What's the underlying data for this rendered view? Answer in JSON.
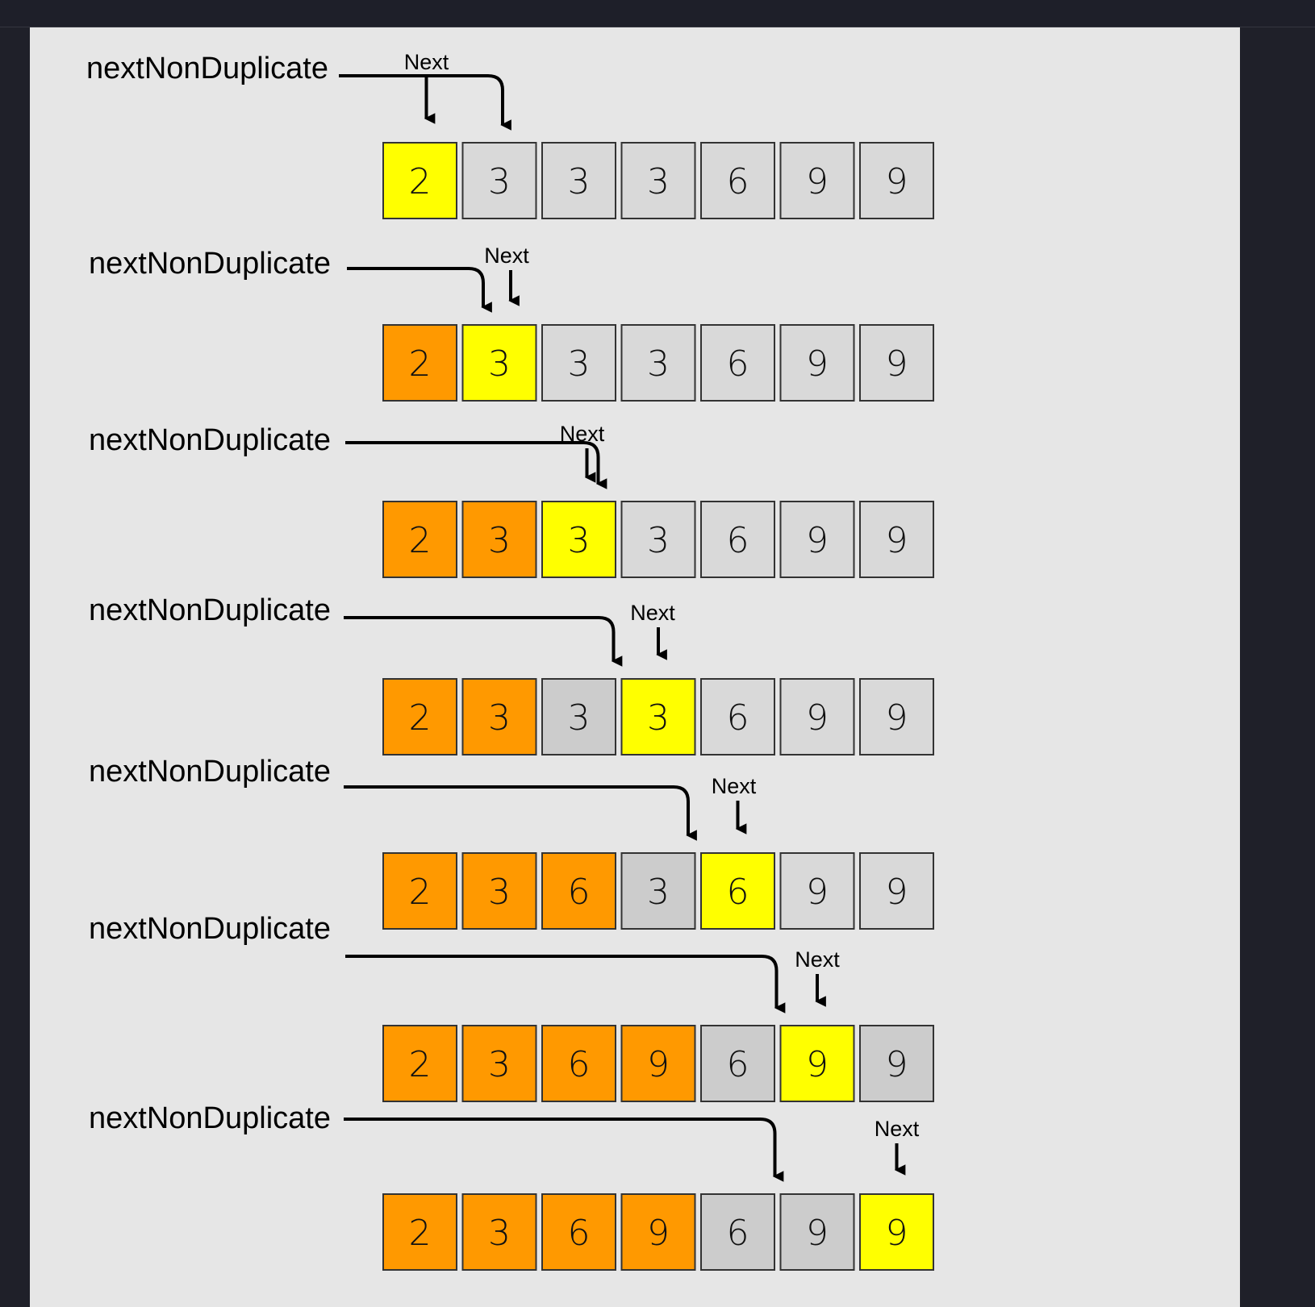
{
  "colors": {
    "default": "#d9d9d9",
    "current": "#ffff00",
    "done": "#ff9900",
    "skipped": "#cccccc",
    "border": "#333333"
  },
  "steps": [
    {
      "label": "nextNonDuplicate",
      "next_label": "Next",
      "next_index": 0,
      "nnd_index": 1,
      "cells": [
        {
          "value": "2",
          "state": "current"
        },
        {
          "value": "3",
          "state": "default"
        },
        {
          "value": "3",
          "state": "default"
        },
        {
          "value": "3",
          "state": "default"
        },
        {
          "value": "6",
          "state": "default"
        },
        {
          "value": "9",
          "state": "default"
        },
        {
          "value": "9",
          "state": "default"
        }
      ]
    },
    {
      "label": "nextNonDuplicate",
      "next_label": "Next",
      "next_index": 1,
      "nnd_index": 1,
      "cells": [
        {
          "value": "2",
          "state": "done"
        },
        {
          "value": "3",
          "state": "current"
        },
        {
          "value": "3",
          "state": "default"
        },
        {
          "value": "3",
          "state": "default"
        },
        {
          "value": "6",
          "state": "default"
        },
        {
          "value": "9",
          "state": "default"
        },
        {
          "value": "9",
          "state": "default"
        }
      ]
    },
    {
      "label": "nextNonDuplicate",
      "next_label": "Next",
      "next_index": 2,
      "nnd_index": 2,
      "cells": [
        {
          "value": "2",
          "state": "done"
        },
        {
          "value": "3",
          "state": "done"
        },
        {
          "value": "3",
          "state": "current"
        },
        {
          "value": "3",
          "state": "default"
        },
        {
          "value": "6",
          "state": "default"
        },
        {
          "value": "9",
          "state": "default"
        },
        {
          "value": "9",
          "state": "default"
        }
      ]
    },
    {
      "label": "nextNonDuplicate",
      "next_label": "Next",
      "next_index": 3,
      "nnd_index": 2,
      "cells": [
        {
          "value": "2",
          "state": "done"
        },
        {
          "value": "3",
          "state": "done"
        },
        {
          "value": "3",
          "state": "skipped"
        },
        {
          "value": "3",
          "state": "current"
        },
        {
          "value": "6",
          "state": "default"
        },
        {
          "value": "9",
          "state": "default"
        },
        {
          "value": "9",
          "state": "default"
        }
      ]
    },
    {
      "label": "nextNonDuplicate",
      "next_label": "Next",
      "next_index": 4,
      "nnd_index": 3,
      "cells": [
        {
          "value": "2",
          "state": "done"
        },
        {
          "value": "3",
          "state": "done"
        },
        {
          "value": "6",
          "state": "done"
        },
        {
          "value": "3",
          "state": "skipped"
        },
        {
          "value": "6",
          "state": "current"
        },
        {
          "value": "9",
          "state": "default"
        },
        {
          "value": "9",
          "state": "default"
        }
      ]
    },
    {
      "label": "nextNonDuplicate",
      "next_label": "Next",
      "next_index": 5,
      "nnd_index": 4,
      "cells": [
        {
          "value": "2",
          "state": "done"
        },
        {
          "value": "3",
          "state": "done"
        },
        {
          "value": "6",
          "state": "done"
        },
        {
          "value": "9",
          "state": "done"
        },
        {
          "value": "6",
          "state": "skipped"
        },
        {
          "value": "9",
          "state": "current"
        },
        {
          "value": "9",
          "state": "skipped"
        }
      ]
    },
    {
      "label": "nextNonDuplicate",
      "next_label": "Next",
      "next_index": 6,
      "nnd_index": 4,
      "cells": [
        {
          "value": "2",
          "state": "done"
        },
        {
          "value": "3",
          "state": "done"
        },
        {
          "value": "6",
          "state": "done"
        },
        {
          "value": "9",
          "state": "done"
        },
        {
          "value": "6",
          "state": "skipped"
        },
        {
          "value": "9",
          "state": "skipped"
        },
        {
          "value": "9",
          "state": "current"
        }
      ]
    }
  ]
}
